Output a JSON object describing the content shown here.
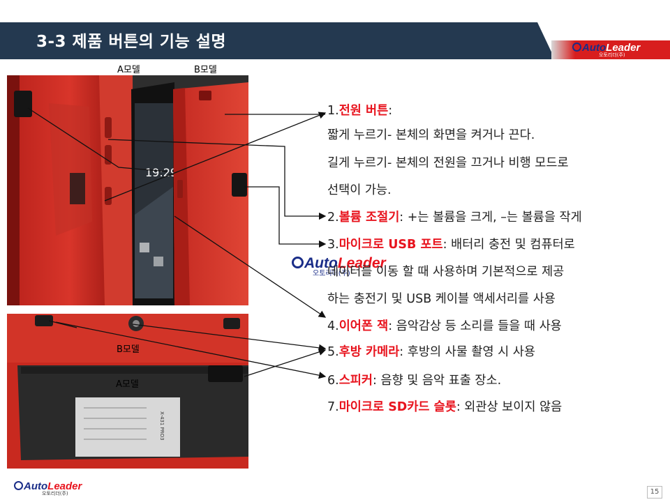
{
  "header": {
    "title": "3-3 제품 버튼의 기능 설명"
  },
  "logo": {
    "word_a": "Auto",
    "word_b": "Leader",
    "sub": "오토리더(주)"
  },
  "labels": {
    "top_a": "A모델",
    "top_b": "B모델",
    "bottom_b": "B모델",
    "bottom_a": "A모델"
  },
  "device": {
    "clock": "19:29",
    "sticker_model": "X-431 PRO3"
  },
  "items": [
    {
      "num": "1.",
      "title": "전원 버튼",
      "text": ":"
    },
    {
      "text": " 짧게 누르기- 본체의 화면을 켜거나 끈다."
    },
    {
      "text": " 길게 누르기- 본체의 전원을 끄거나 비행 모드로"
    },
    {
      "text": "선택이 가능."
    },
    {
      "num": "2.",
      "title": "볼륨 조절기",
      "text": ": +는 볼륨을 크게, –는 볼륨을 작게"
    },
    {
      "num": "3.",
      "title": "마이크로 USB 포트",
      "text": ": 배터리 충전 및 컴퓨터로"
    },
    {
      "text": "데이터를 이동 할 때 사용하며 기본적으로 제공"
    },
    {
      "text": "하는 충전기 및 USB 케이블 액세서리를 사용"
    },
    {
      "num": "4.",
      "title": "이어폰 잭",
      "text": ":  음악감상 등 소리를 들을 때 사용"
    },
    {
      "num": "5.",
      "title": "후방 카메라",
      "text": ": 후방의 사물 촬영 시 사용"
    },
    {
      "num": "6.",
      "title": "스피커",
      "text": ": 음향 및 음악 표출 장소."
    },
    {
      "num": "7.",
      "title": "마이크로 SD카드 슬롯",
      "text": ": 외관상 보이지 않음"
    }
  ],
  "page_number": "15"
}
